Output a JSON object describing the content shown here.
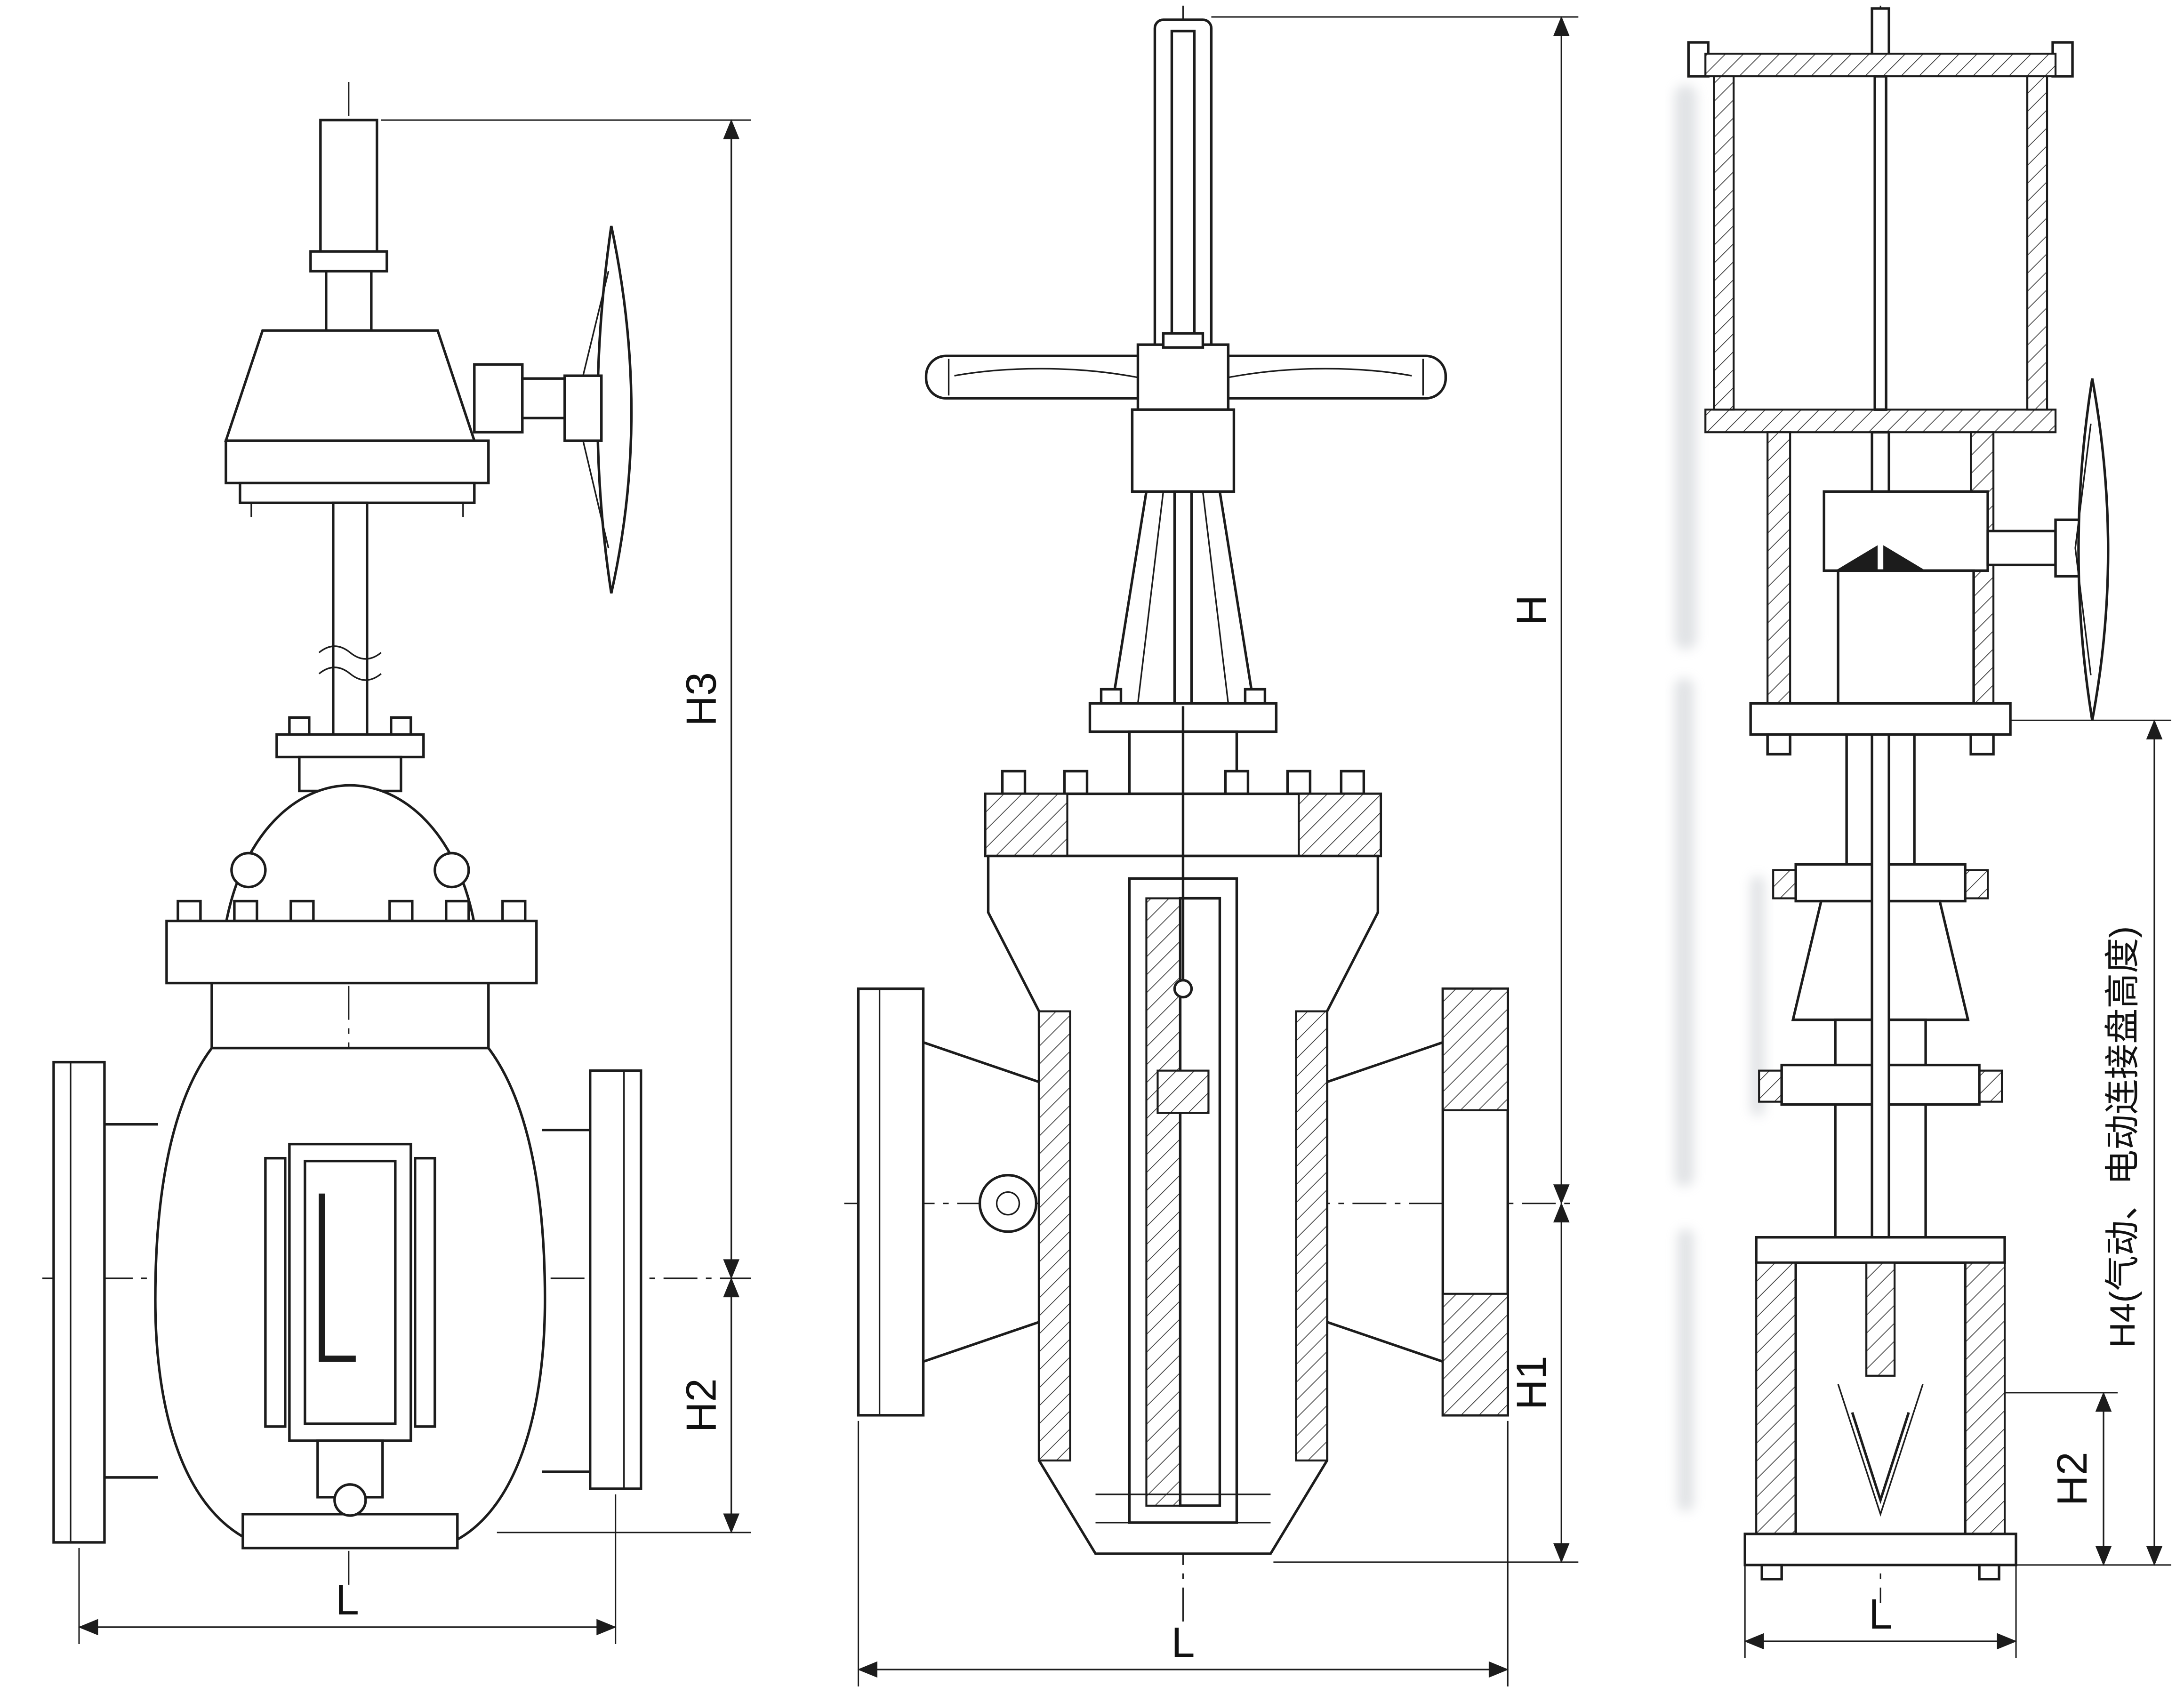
{
  "meta": {
    "drawing_type": "valve outline dimension drawing",
    "background": "#ffffff",
    "line_color": "#1c1c1c"
  },
  "views": [
    {
      "name": "gear-operated-slab-gate-valve",
      "dims": {
        "v1": "H3",
        "v2": "H2",
        "h": "L"
      }
    },
    {
      "name": "handwheel-rising-stem-gate-valve",
      "dims": {
        "v1": "H",
        "v2": "H1",
        "h": "L"
      }
    },
    {
      "name": "pneumatic-actuated-gate-valve",
      "dims": {
        "v1": "H4(气动、电动连接盘高度)",
        "v2": "H2",
        "h": "L"
      }
    }
  ]
}
